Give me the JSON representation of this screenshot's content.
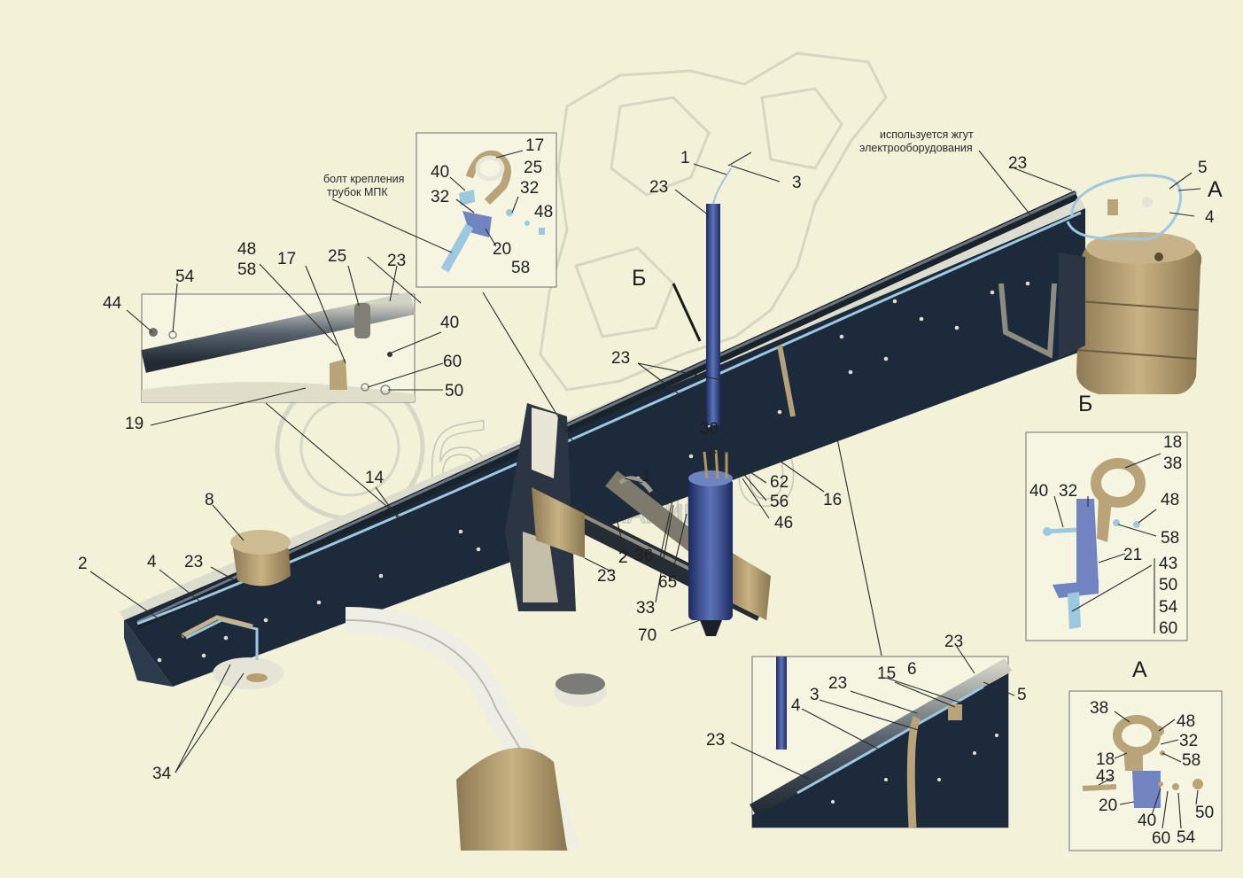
{
  "page": {
    "background": "#f3f1d8",
    "frame_color": "#1f2a3a",
    "tan_color": "#b19a6f",
    "pipe_blue": "#9cc8e0"
  },
  "watermark": {
    "text": "белтро",
    "subtext": "ГРУППА КОМПАНИЙ"
  },
  "notes": {
    "harness_line1": "используется жгут",
    "harness_line2": "электрооборудования",
    "bolt_line1": "болт крепления",
    "bolt_line2": "трубок МПК"
  },
  "views": {
    "A_label": "А",
    "B_label": "Б",
    "A_insert": "А",
    "B_pointer": "Б"
  },
  "callouts": {
    "main": [
      "1",
      "2",
      "3",
      "23",
      "5",
      "4",
      "23",
      "23",
      "8",
      "2",
      "4",
      "23",
      "14",
      "34",
      "30",
      "1",
      "62",
      "56",
      "46",
      "16",
      "36",
      "2",
      "23",
      "65",
      "33",
      "70"
    ],
    "top_inset": [
      "17",
      "25",
      "40",
      "32",
      "32",
      "48",
      "20",
      "58"
    ],
    "left_inset": [
      "54",
      "44",
      "48",
      "58",
      "17",
      "25",
      "23",
      "40",
      "60",
      "50",
      "19"
    ],
    "view_b": [
      "18",
      "38",
      "40",
      "32",
      "48",
      "58",
      "21",
      "43",
      "50",
      "54",
      "60"
    ],
    "bottom_inset": [
      "23",
      "15",
      "6",
      "23",
      "3",
      "4",
      "5",
      "23"
    ],
    "view_a": [
      "38",
      "48",
      "32",
      "58",
      "18",
      "43",
      "20",
      "40",
      "60",
      "54",
      "50"
    ]
  }
}
